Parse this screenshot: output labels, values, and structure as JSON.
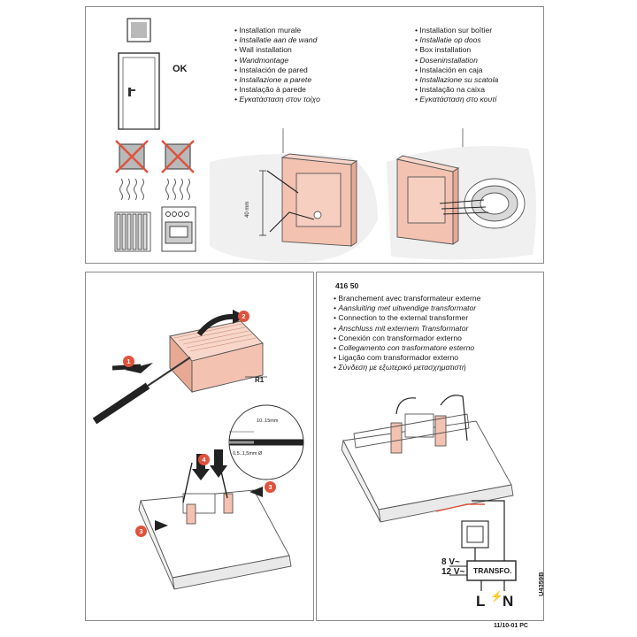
{
  "top_panel": {
    "ok_label": "OK",
    "wall_installation": [
      "Installation murale",
      "Installatie aan de wand",
      "Wall installation",
      "Wandmontage",
      "Instalación de pared",
      "Installazione a parete",
      "Instalação à parede",
      "Εγκατάσταση στον τοίχο"
    ],
    "box_installation": [
      "Installation sur boîtier",
      "Installatie op doos",
      "Box installation",
      "Doseninstallation",
      "Instalación en caja",
      "Installazione su scatola",
      "Instalação na caixa",
      "Εγκατάσταση στο κουτί"
    ],
    "dimension": "40 mm"
  },
  "bottom_left_panel": {
    "steps": [
      "1",
      "2",
      "3",
      "3",
      "4"
    ],
    "r1_label": "R1",
    "strip_length": "10..15mm",
    "wire_gauge": "0,5..1,5mm Ø"
  },
  "bottom_right_panel": {
    "model": "416 50",
    "external_transformer": [
      "Branchement avec transformateur externe",
      "Aansluiting met uitwendige transformator",
      "Connection to the external transformer",
      "Anschluss mit externem Transformator",
      "Conexión con transformador externo",
      "Collegamento con trasformatore esterno",
      "Ligação com transformador externo",
      "Σύνδεση με εξωτερικό μετασχηματιστή"
    ],
    "transfo_label": "TRANSFO.",
    "voltage_1": "8 V~",
    "voltage_2": "12 V~",
    "line_label": "L",
    "neutral_label": "N"
  },
  "footer": {
    "date_code": "11/10-01 PC",
    "reference": "U4359B"
  },
  "colors": {
    "accent": "#e0523c",
    "device_fill": "#f4c2b0",
    "border": "#8a8a8a"
  }
}
